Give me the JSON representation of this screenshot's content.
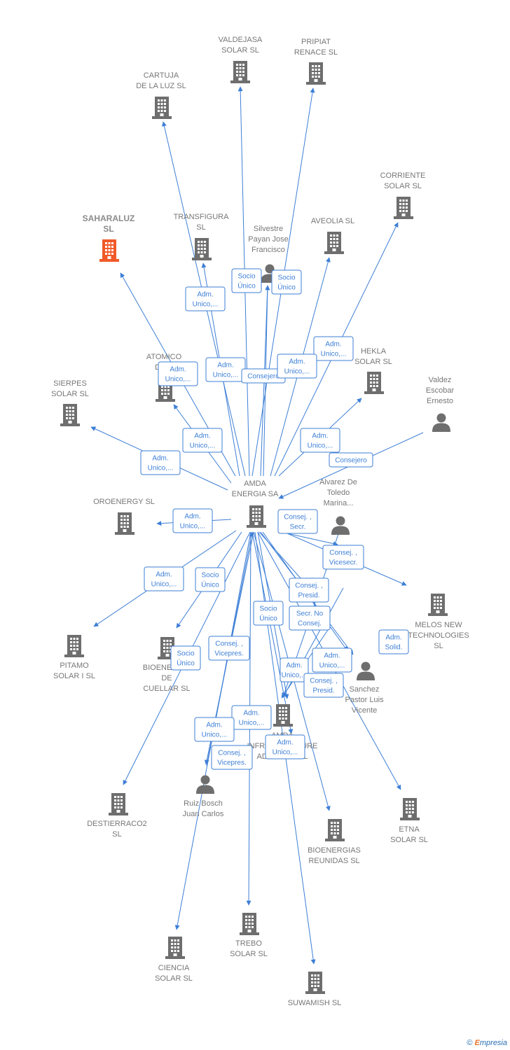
{
  "colors": {
    "edge": "#3d7fd6",
    "building": "#6e6e6e",
    "highlight": "#f05a28",
    "person": "#6e6e6e"
  },
  "nodes": [
    {
      "id": "valdejasa",
      "type": "company",
      "lines": [
        "VALDEJASA",
        "SOLAR  SL"
      ]
    },
    {
      "id": "pripiat",
      "type": "company",
      "lines": [
        "PRIPIAT",
        "RENACE  SL"
      ]
    },
    {
      "id": "cartuja",
      "type": "company",
      "lines": [
        "CARTUJA",
        "DE LA LUZ  SL"
      ]
    },
    {
      "id": "corriente",
      "type": "company",
      "lines": [
        "CORRIENTE",
        "SOLAR  SL"
      ]
    },
    {
      "id": "saharaluz",
      "type": "company",
      "highlight": true,
      "lines": [
        "SAHARALUZ",
        "SL"
      ]
    },
    {
      "id": "transfigura",
      "type": "company",
      "lines": [
        "TRANSFIGURA",
        "SL"
      ]
    },
    {
      "id": "silvestre",
      "type": "person",
      "lines": [
        "Silvestre",
        "Payan Jose",
        "Francisco"
      ]
    },
    {
      "id": "aveolia",
      "type": "company",
      "lines": [
        "AVEOLIA  SL"
      ]
    },
    {
      "id": "atomico",
      "type": "company",
      "lines": [
        "ATOMICO",
        "DO..."
      ]
    },
    {
      "id": "hekla",
      "type": "company",
      "lines": [
        "HEKLA",
        "SOLAR  SL"
      ]
    },
    {
      "id": "valdez",
      "type": "person",
      "lines": [
        "Valdez",
        "Escobar",
        "Ernesto"
      ]
    },
    {
      "id": "sierpes",
      "type": "company",
      "lines": [
        "SIERPES",
        "SOLAR  SL"
      ]
    },
    {
      "id": "amda",
      "type": "company",
      "lines": [
        "AMDA",
        "ENERGIA SA"
      ]
    },
    {
      "id": "alvarez",
      "type": "person",
      "lines": [
        "Alvarez De",
        "Toledo",
        "Marina..."
      ]
    },
    {
      "id": "oroenergy",
      "type": "company",
      "lines": [
        "OROENERGY SL"
      ]
    },
    {
      "id": "melos",
      "type": "company",
      "lines": [
        "MELOS NEW",
        "TECHNOLOGIES",
        "SL"
      ]
    },
    {
      "id": "pitamo",
      "type": "company",
      "lines": [
        "PITAMO",
        "SOLAR I  SL"
      ]
    },
    {
      "id": "bioenergia",
      "type": "company",
      "lines": [
        "BIOENERGIA",
        "DE",
        "CUELLAR SL"
      ]
    },
    {
      "id": "sanchez",
      "type": "person",
      "lines": [
        "Sanchez",
        "Pastor Luis",
        "Vicente"
      ]
    },
    {
      "id": "amdainfra",
      "type": "company",
      "lines": [
        "AMDA",
        "INFRASTRUCTURE",
        "ADVISORY SL"
      ]
    },
    {
      "id": "ruiz",
      "type": "person",
      "lines": [
        "Ruiz Bosch",
        "Juan Carlos"
      ]
    },
    {
      "id": "destierraco",
      "type": "company",
      "lines": [
        "DESTIERRACO2",
        "SL"
      ]
    },
    {
      "id": "bioreunidas",
      "type": "company",
      "lines": [
        "BIOENERGIAS",
        "REUNIDAS SL"
      ]
    },
    {
      "id": "etna",
      "type": "company",
      "lines": [
        "ETNA",
        "SOLAR  SL"
      ]
    },
    {
      "id": "trebo",
      "type": "company",
      "lines": [
        "TREBO",
        "SOLAR  SL"
      ]
    },
    {
      "id": "ciencia",
      "type": "company",
      "lines": [
        "CIENCIA",
        "SOLAR  SL"
      ]
    },
    {
      "id": "suwamish",
      "type": "company",
      "lines": [
        "SUWAMISH  SL"
      ]
    }
  ],
  "relations": [
    {
      "id": "r1",
      "lines": [
        "Adm.",
        "Unico,..."
      ]
    },
    {
      "id": "r2",
      "lines": [
        "Socio",
        "Único"
      ]
    },
    {
      "id": "r3",
      "lines": [
        "Socio",
        "Único"
      ]
    },
    {
      "id": "r4",
      "lines": [
        "Adm.",
        "Unico,..."
      ]
    },
    {
      "id": "r5",
      "lines": [
        "Adm.",
        "Unico,..."
      ]
    },
    {
      "id": "r6",
      "lines": [
        "Adm.",
        "Unico,..."
      ]
    },
    {
      "id": "r7",
      "lines": [
        "Consejero"
      ]
    },
    {
      "id": "r8",
      "lines": [
        "Adm.",
        "Unico,..."
      ]
    },
    {
      "id": "r9",
      "lines": [
        "Adm.",
        "Unico,..."
      ]
    },
    {
      "id": "r10",
      "lines": [
        "Adm.",
        "Unico,..."
      ]
    },
    {
      "id": "r11",
      "lines": [
        "Consejero"
      ]
    },
    {
      "id": "r12",
      "lines": [
        "Adm.",
        "Unico,..."
      ]
    },
    {
      "id": "r13",
      "lines": [
        "Adm.",
        "Unico,..."
      ]
    },
    {
      "id": "r14",
      "lines": [
        "Consej. ,",
        "Secr."
      ]
    },
    {
      "id": "r15",
      "lines": [
        "Consej. ,",
        "Vicesecr."
      ]
    },
    {
      "id": "r16",
      "lines": [
        "Adm.",
        "Unico,..."
      ]
    },
    {
      "id": "r17",
      "lines": [
        "Socio",
        "Único"
      ]
    },
    {
      "id": "r18",
      "lines": [
        "Consej. ,",
        "Presid."
      ]
    },
    {
      "id": "r19",
      "lines": [
        "Socio",
        "Único"
      ]
    },
    {
      "id": "r20",
      "lines": [
        "Secr.  No",
        "Consej."
      ]
    },
    {
      "id": "r21",
      "lines": [
        "Adm.",
        "Solid."
      ]
    },
    {
      "id": "r22",
      "lines": [
        "Consej. ,",
        "Vicepres."
      ]
    },
    {
      "id": "r23",
      "lines": [
        "Socio",
        "Único"
      ]
    },
    {
      "id": "r24",
      "lines": [
        "Adm.",
        "Unico,..."
      ]
    },
    {
      "id": "r25",
      "lines": [
        "Adm.",
        "Unico,..."
      ]
    },
    {
      "id": "r26",
      "lines": [
        "Consej. ,",
        "Presid."
      ]
    },
    {
      "id": "r27",
      "lines": [
        "Adm.",
        "Unico,..."
      ]
    },
    {
      "id": "r28",
      "lines": [
        "Adm.",
        "Unico,..."
      ]
    },
    {
      "id": "r29",
      "lines": [
        "Consej. ,",
        "Vicepres."
      ]
    },
    {
      "id": "r30",
      "lines": [
        "Adm.",
        "Unico,..."
      ]
    }
  ],
  "footer": {
    "copyright": "©",
    "brand_initial": "E",
    "brand_rest": "mpresia"
  }
}
